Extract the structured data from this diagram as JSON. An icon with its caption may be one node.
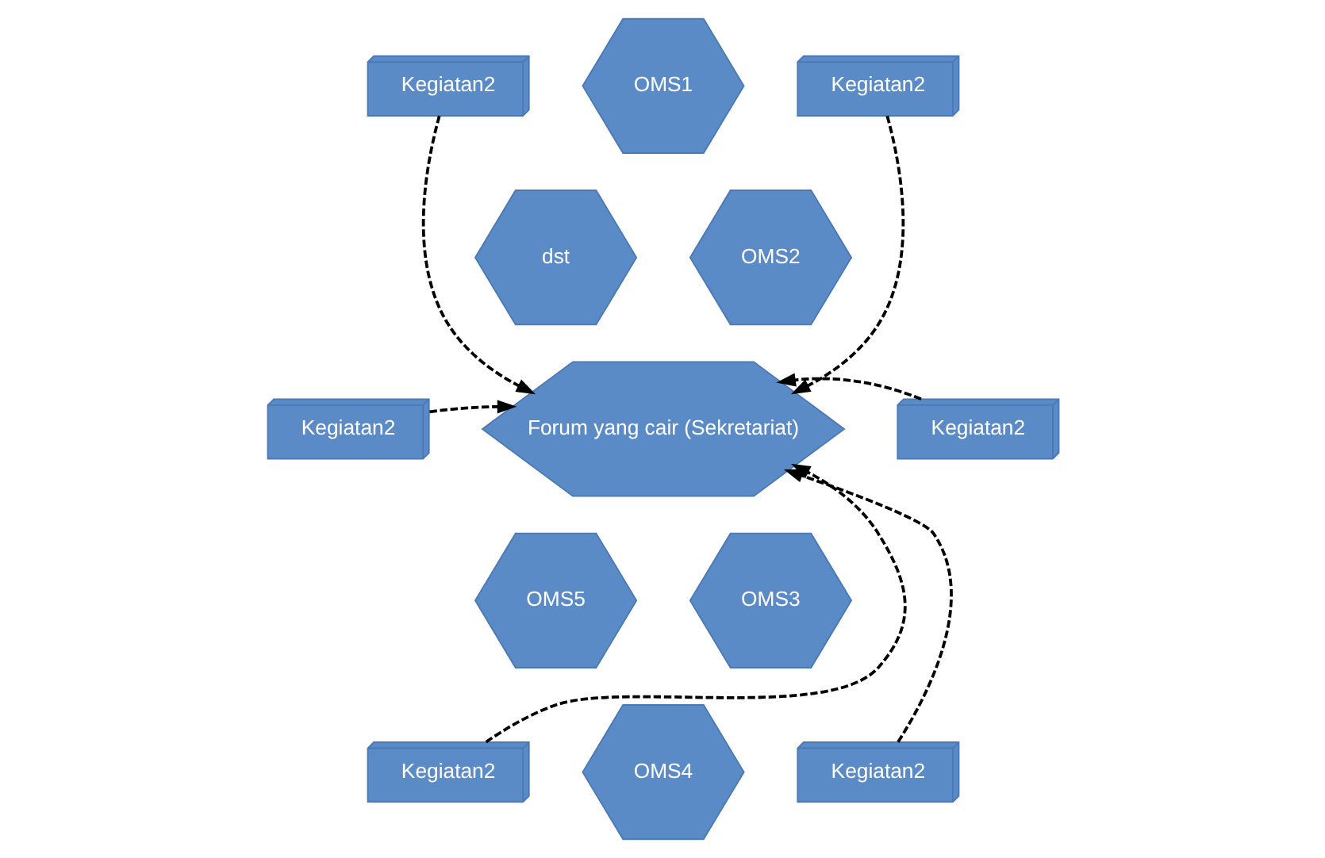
{
  "diagram": {
    "nodes": [
      {
        "text": [
          "Kegiatan2"
        ]
      },
      {
        "text": [
          "OMS1"
        ]
      },
      {
        "text": [
          "Kegiatan2"
        ]
      },
      {
        "text": [
          "dst"
        ]
      },
      {
        "text": [
          "OMS2"
        ]
      },
      {
        "text": [
          "Kegiatan2"
        ]
      },
      {
        "text": [
          "Forum yang cair (Sekretariat)"
        ]
      },
      {
        "text": [
          "Kegiatan2"
        ]
      },
      {
        "text": [
          "OMS5"
        ]
      },
      {
        "text": [
          "OMS3"
        ]
      },
      {
        "text": [
          "OMS4"
        ]
      },
      {
        "text": [
          "Kegiatan2"
        ]
      },
      {
        "text": [
          "Kegiatan2"
        ]
      }
    ],
    "edges": [
      {
        "from": 0,
        "to": 6,
        "arrow": "to",
        "style": "dashed"
      },
      {
        "from": 2,
        "to": 6,
        "arrow": "to",
        "style": "dashed"
      },
      {
        "from": 5,
        "to": 6,
        "arrow": "to",
        "style": "dashed"
      },
      {
        "from": 7,
        "to": 6,
        "arrow": "to",
        "style": "dashed"
      },
      {
        "from": 11,
        "to": 6,
        "arrow": "to",
        "style": "dashed"
      },
      {
        "from": 12,
        "to": 6,
        "arrow": "to",
        "style": "dashed"
      }
    ]
  }
}
